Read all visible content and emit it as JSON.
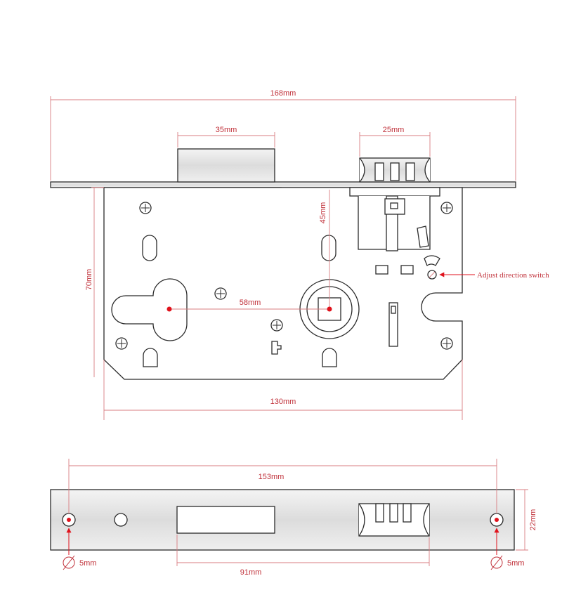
{
  "labels": {
    "front_length": "168mm",
    "deadbolt_width": "35mm",
    "latch_width": "25mm",
    "backset": "70mm",
    "handle_height": "45mm",
    "center_distance": "58mm",
    "body_length": "130mm",
    "adjust_note": "Adjust direction switch",
    "faceplate_hole_spacing": "153mm",
    "faceplate_height": "22mm",
    "bolt_latch_span": "91mm",
    "hole_diameter_left": "5mm",
    "hole_diameter_right": "5mm"
  },
  "colors": {
    "dimension": "#c0313a",
    "outline": "#2b2b2b",
    "marker": "#e0121c"
  }
}
